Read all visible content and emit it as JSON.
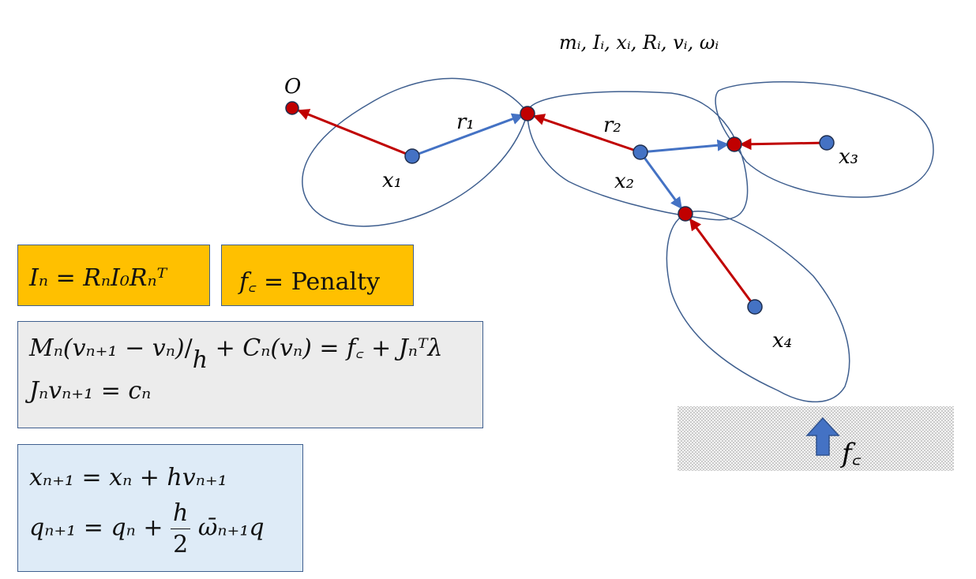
{
  "header_params": "mᵢ, Iᵢ, xᵢ, Rᵢ, vᵢ, ωᵢ",
  "labels": {
    "origin": "O",
    "r1": "r₁",
    "r2": "r₂",
    "x1": "x₁",
    "x2": "x₂",
    "x3": "x₃",
    "x4": "x₄",
    "fc": "f꜀"
  },
  "equations": {
    "inertia": {
      "lhs": "Iₙ",
      "rhs": "RₙI₀Rₙᵀ"
    },
    "penalty": {
      "lhs": "f꜀",
      "rhs": "Penalty"
    },
    "dynamics": {
      "line1_lhs": "Mₙ(vₙ₊₁ − vₙ)",
      "line1_div": "h",
      "line1_rest": "+ Cₙ(vₙ) = f꜀ + Jₙᵀλ",
      "line2": "Jₙvₙ₊₁ = cₙ"
    },
    "integration": {
      "line1": "xₙ₊₁ = xₙ + hvₙ₊₁",
      "line2_lhs": "qₙ₊₁ = qₙ +",
      "frac_num": "h",
      "frac_den": "2",
      "line2_rest": "ω̄ₙ₊₁q"
    }
  },
  "colors": {
    "outline": "#3f5f8f",
    "red_arrow": "#c00000",
    "blue_arrow": "#4472c4",
    "joint_fill": "#c00000",
    "center_fill": "#4472c4",
    "orange_box": "#ffc000",
    "gray_box": "#ececec",
    "blue_box": "#deebf7"
  }
}
